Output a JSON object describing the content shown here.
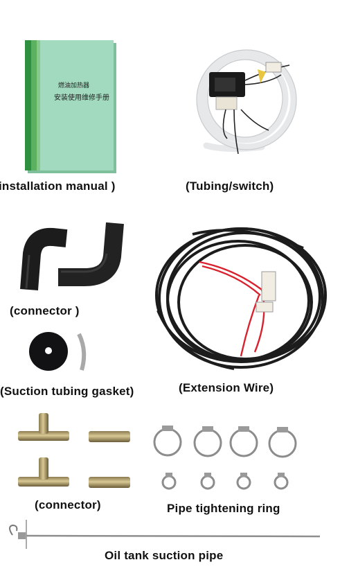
{
  "manual": {
    "caption": "installation manual )",
    "cover_title": "燃油加热器",
    "cover_subtitle": "安装使用维修手册"
  },
  "tubing_switch": {
    "caption": "(Tubing/switch)"
  },
  "connector_hose": {
    "caption": "(connector )"
  },
  "extension_wire": {
    "caption": "(Extension Wire)"
  },
  "gasket": {
    "caption": "(Suction tubing gasket)"
  },
  "connector_pipes": {
    "caption": "(connector)"
  },
  "clamps": {
    "caption": "Pipe tightening ring"
  },
  "suction_pipe": {
    "caption": "Oil tank suction pipe"
  },
  "colors": {
    "manual_green": "#9ed6b8",
    "manual_stripe": "#2e8f3e",
    "rubber": "#1e1e1e",
    "brass": "#b8a06a",
    "wire_red": "#d8222f"
  }
}
